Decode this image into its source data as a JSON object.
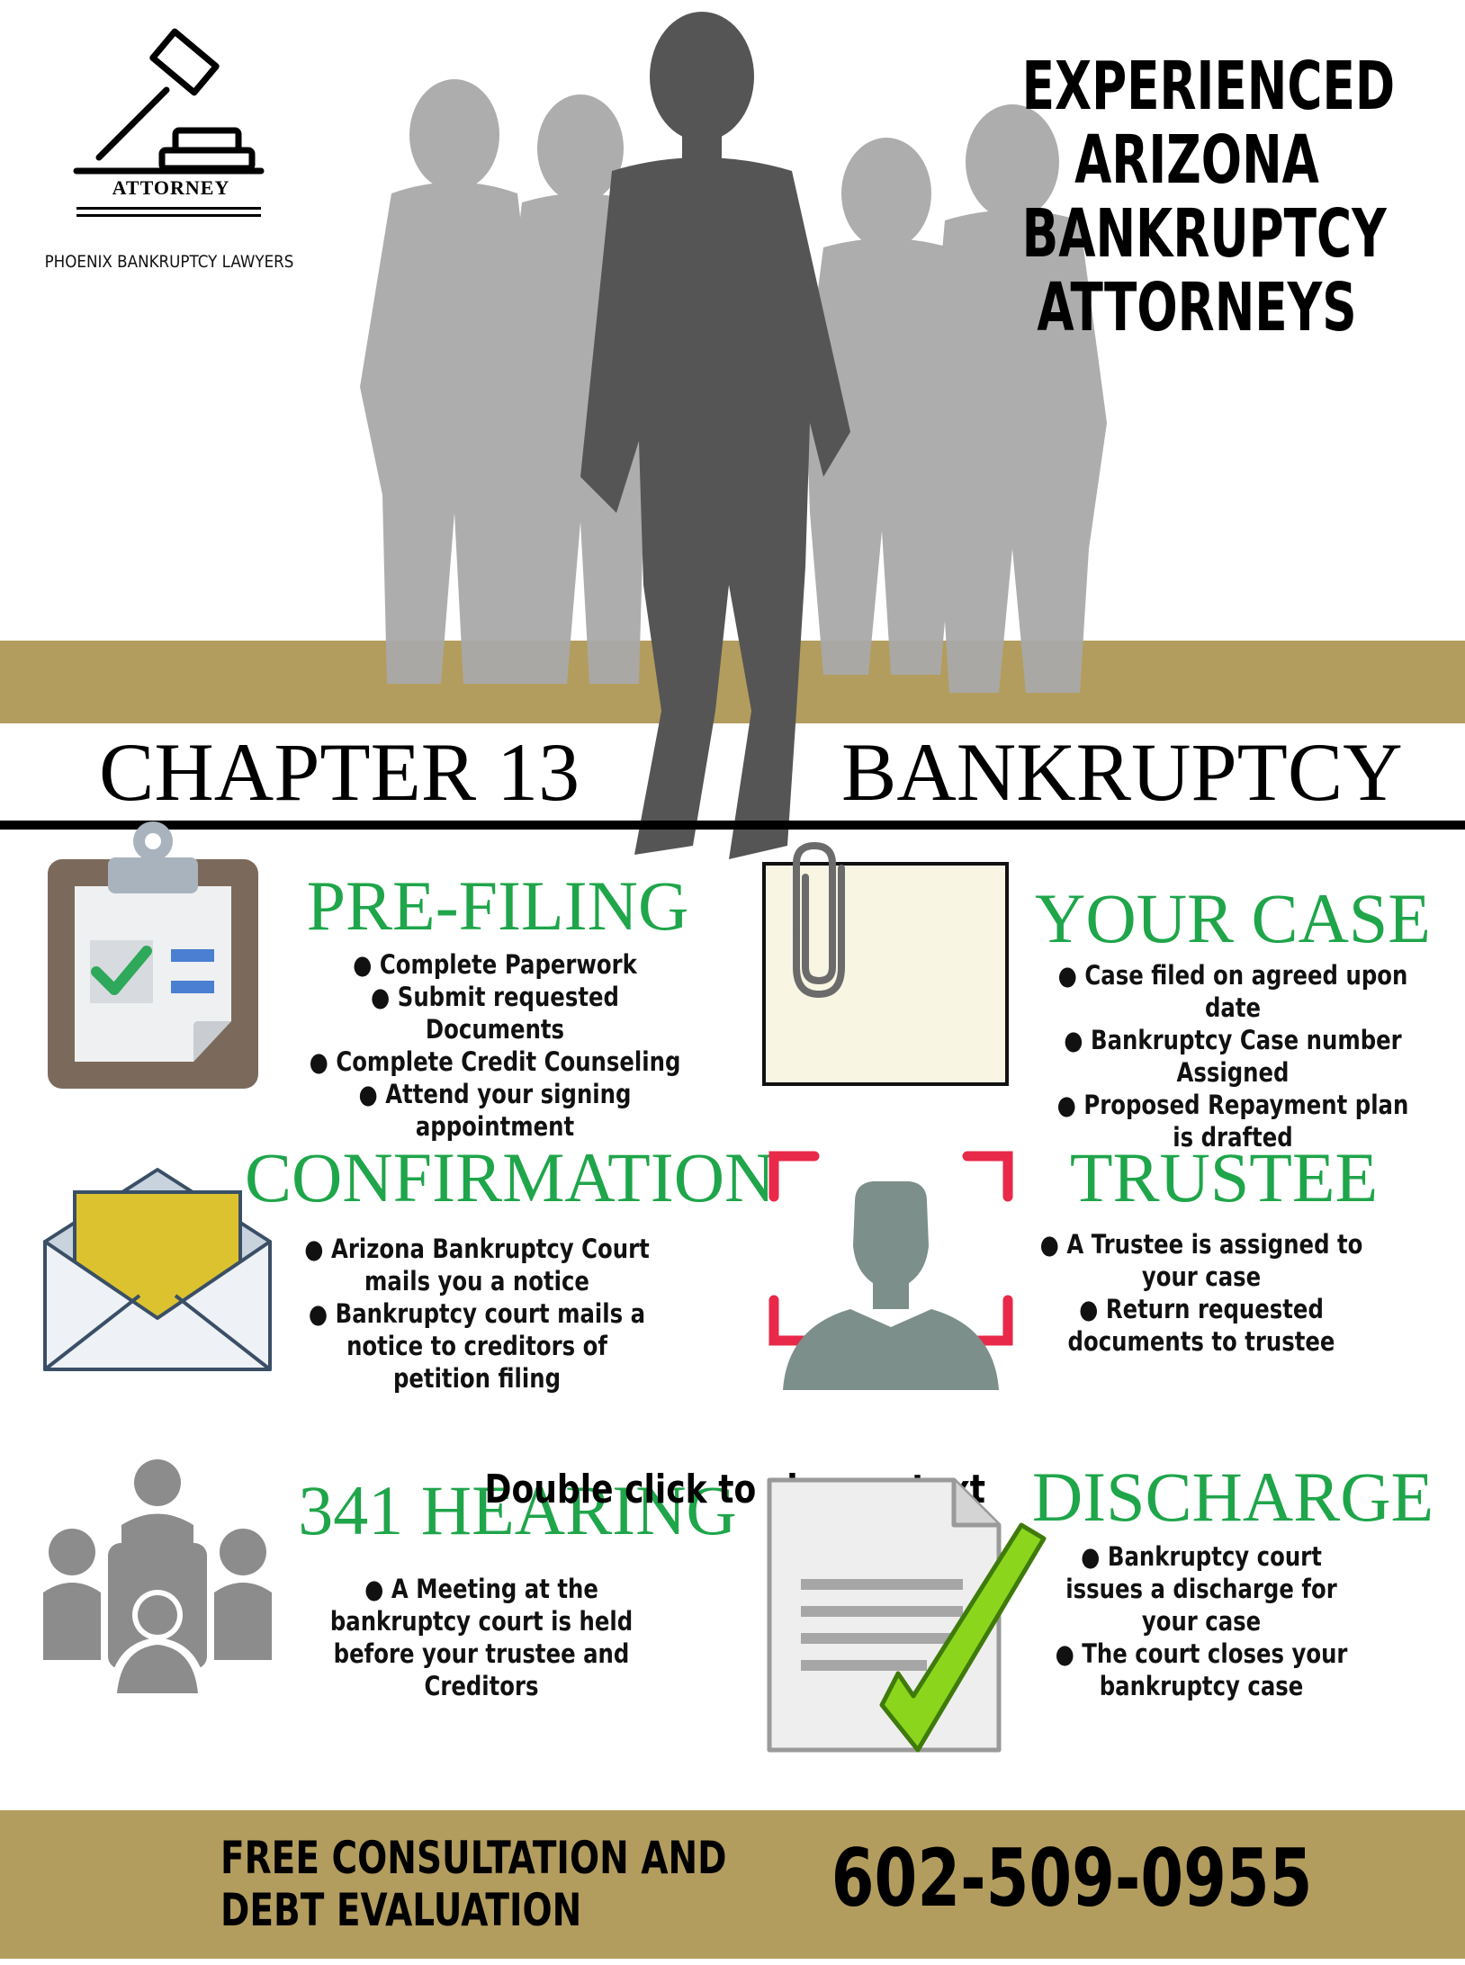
{
  "logo": {
    "badge_text": "ATTORNEY",
    "caption": "PHOENIX BANKRUPTCY LAWYERS"
  },
  "headline": {
    "lines": [
      "EXPERIENCED",
      "ARIZONA",
      "BANKRUPTCY",
      "ATTORNEYS"
    ]
  },
  "banner": {
    "left": "CHAPTER 13",
    "right": "BANKRUPTCY"
  },
  "sections": {
    "prefiling": {
      "title": "PRE-FILING",
      "bullets": [
        "Complete Paperwork",
        "Submit requested Documents",
        "Complete Credit Counseling",
        "Attend your signing appointment"
      ]
    },
    "your_case": {
      "title": "YOUR CASE",
      "bullets": [
        "Case filed on agreed upon date",
        "Bankruptcy Case number Assigned",
        "Proposed Repayment plan is drafted"
      ]
    },
    "confirmation": {
      "title": "CONFIRMATION",
      "bullets": [
        "Arizona Bankruptcy Court mails you a notice",
        "Bankruptcy court mails a notice to creditors of petition filing"
      ]
    },
    "trustee": {
      "title": "TRUSTEE",
      "bullets": [
        "A Trustee is assigned to your case",
        "Return requested documents to trustee"
      ]
    },
    "hearing": {
      "title": "341 HEARING",
      "overlay_text": "Double click to change text",
      "bullets": [
        "A Meeting at the bankruptcy court is held before your trustee and Creditors"
      ]
    },
    "discharge": {
      "title": "DISCHARGE",
      "bullets": [
        "Bankruptcy court issues a discharge for your case",
        "The court closes your bankruptcy case"
      ]
    }
  },
  "footer": {
    "line1": "FREE CONSULTATION AND",
    "line2": "DEBT EVALUATION",
    "phone": "602-509-0955"
  },
  "colors": {
    "gold": "#b39d5e",
    "green": "#1fa54a",
    "silhouette_dark": "#555555",
    "silhouette_light": "#a9a9a9",
    "frame_red": "#e8294a"
  }
}
